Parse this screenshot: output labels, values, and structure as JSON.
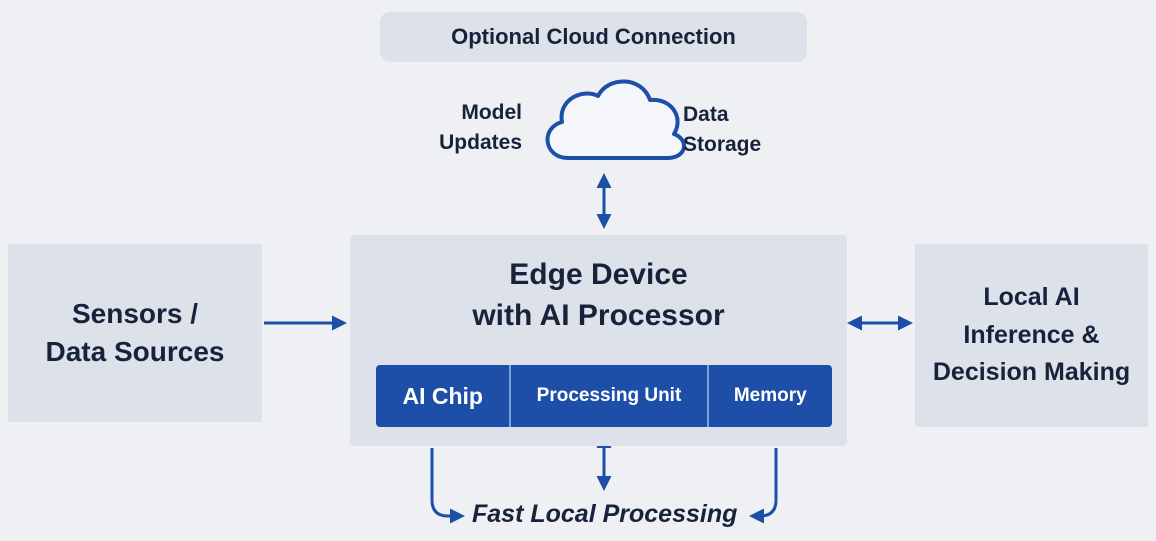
{
  "cloud": {
    "header": "Optional Cloud Connection",
    "left_label_line1": "Model",
    "left_label_line2": "Updates",
    "right_label_line1": "Data",
    "right_label_line2": "Storage"
  },
  "sensors": {
    "line1": "Sensors /",
    "line2": "Data Sources"
  },
  "edge": {
    "title_line1": "Edge Device",
    "title_line2": "with AI Processor",
    "components": [
      "AI Chip",
      "Processing Unit",
      "Memory"
    ]
  },
  "local": {
    "line1": "Local AI",
    "line2": "Inference &",
    "line3": "Decision Making"
  },
  "footer": {
    "label": "Fast Local Processing"
  },
  "colors": {
    "accent": "#1d4fa9",
    "box": "#dde2ea",
    "background": "#eef0f3",
    "text": "#16233a"
  }
}
